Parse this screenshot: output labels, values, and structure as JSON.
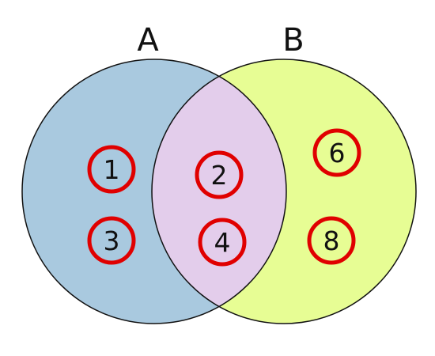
{
  "diagram": {
    "type": "venn",
    "colors": {
      "set_a_fill": "#a9c9df",
      "set_b_fill": "#e7fd94",
      "intersection_fill": "#e3cdeb",
      "outline": "#111111",
      "marker_ring": "#e00000"
    },
    "sets": {
      "a": {
        "label": "A"
      },
      "b": {
        "label": "B"
      }
    },
    "elements": {
      "only_a": [
        "1",
        "3"
      ],
      "intersection": [
        "2",
        "4"
      ],
      "only_b": [
        "6",
        "8"
      ]
    }
  }
}
